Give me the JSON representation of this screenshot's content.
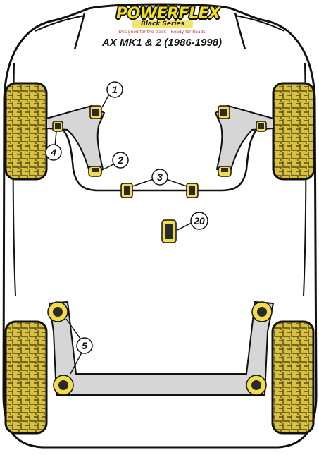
{
  "brand": {
    "logo": "POWERFLEX",
    "series": "Black Series",
    "tagline": "Designed for the track – Ready for Roads"
  },
  "model": {
    "title": "AX MK1 & 2 (1986-1998)"
  },
  "callouts": [
    "1",
    "2",
    "3",
    "4",
    "5",
    "20"
  ],
  "colors": {
    "outline": "#111111",
    "arm": "#d8d8d8",
    "tyre": "#d9c64a",
    "bush": "#f2dc4c",
    "bush_dark": "#2a2a2a"
  }
}
